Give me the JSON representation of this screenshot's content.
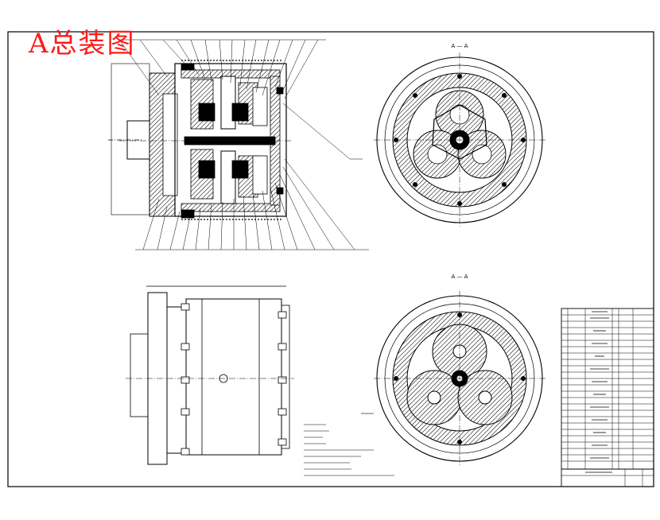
{
  "drawing": {
    "title_badge": "A总装图",
    "top_right_section_mark": "A — A",
    "bottom_right_section_mark": "A — A"
  },
  "colors": {
    "paper": "#ffffff",
    "line": "#000000",
    "badge": "#ff1a1a",
    "hatch_fill": "#f2f2f2"
  }
}
